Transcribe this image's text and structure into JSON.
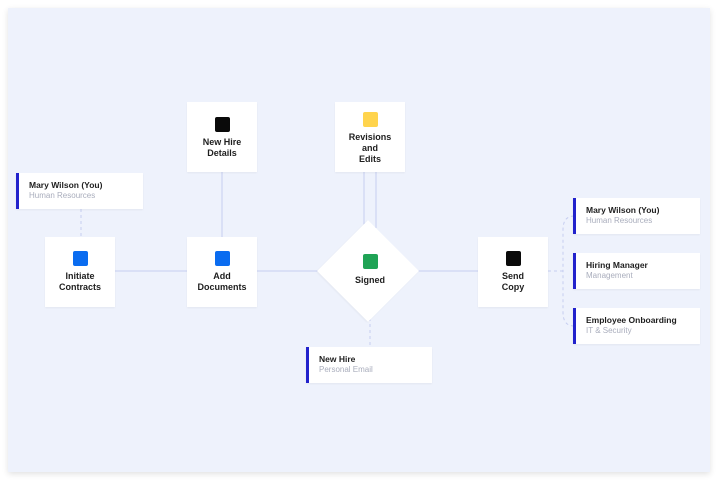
{
  "colors": {
    "blue_square": "#0a6cf0",
    "black_square": "#0a0a0a",
    "yellow_square": "#ffd44d",
    "green_square": "#1fa355",
    "card_accent": "#2222cc",
    "connector": "#c5cdf0"
  },
  "nodes": {
    "initiate": {
      "label_line1": "Initiate",
      "label_line2": "Contracts"
    },
    "add_documents": {
      "label_line1": "Add",
      "label_line2": "Documents"
    },
    "new_hire_details": {
      "label_line1": "New Hire",
      "label_line2": "Details"
    },
    "revisions": {
      "label_line1": "Revisions",
      "label_line2": "and",
      "label_line3": "Edits"
    },
    "signed": {
      "label": "Signed"
    },
    "send_copy": {
      "label_line1": "Send",
      "label_line2": "Copy"
    }
  },
  "cards": {
    "initiator": {
      "name": "Mary Wilson (You)",
      "role": "Human Resources"
    },
    "signer": {
      "name": "New Hire",
      "role": "Personal Email"
    },
    "recipients": [
      {
        "name": "Mary Wilson (You)",
        "role": "Human Resources"
      },
      {
        "name": "Hiring Manager",
        "role": "Management"
      },
      {
        "name": "Employee Onboarding",
        "role": "IT & Security"
      }
    ]
  }
}
